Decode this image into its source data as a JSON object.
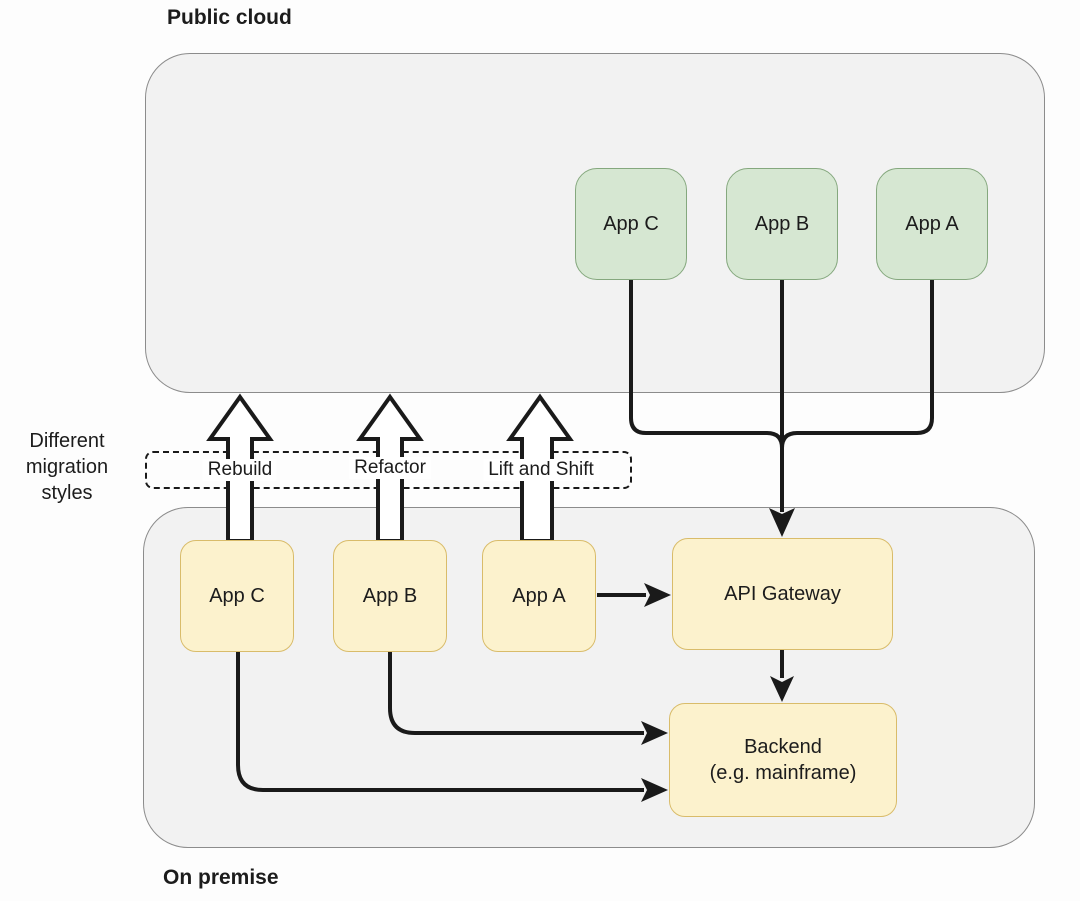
{
  "titles": {
    "public_cloud": "Public cloud",
    "on_premise": "On premise"
  },
  "side_note": {
    "line1": "Different",
    "line2": "migration",
    "line3": "styles"
  },
  "migration_styles": {
    "rebuild": "Rebuild",
    "refactor": "Refactor",
    "lift_and_shift": "Lift and Shift"
  },
  "cloud_apps": [
    {
      "label": "App C"
    },
    {
      "label": "App B"
    },
    {
      "label": "App A"
    }
  ],
  "onprem_apps": [
    {
      "label": "App C"
    },
    {
      "label": "App B"
    },
    {
      "label": "App A"
    }
  ],
  "api_gateway": {
    "label": "API Gateway"
  },
  "backend": {
    "line1": "Backend",
    "line2": "(e.g. mainframe)"
  },
  "colors": {
    "page_bg": "#fdfdfd",
    "zone_fill": "#f2f2f2",
    "zone_border": "#8c8c8c",
    "green_fill": "#d6e7d2",
    "green_border": "#85a87e",
    "yellow_fill": "#fcf2cd",
    "yellow_border": "#d9bc6a",
    "line": "#1a1a1a",
    "text": "#1c1c1c"
  }
}
